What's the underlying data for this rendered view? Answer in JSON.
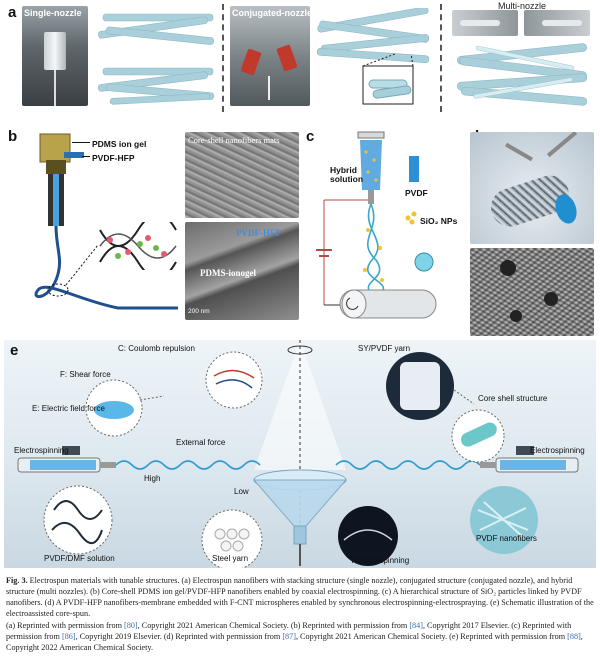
{
  "panel_a": {
    "label": "a",
    "single_label": "Single-nozzle",
    "conjugated_label": "Conjugated-nozzle",
    "multi_label": "Multi-nozzle"
  },
  "panel_b": {
    "label": "b",
    "legend_1": "PDMS ion gel",
    "legend_2": "PVDF-HFP",
    "sem_top_label": "Core-shell nanofibers mats",
    "sem_bottom_label_1": "PVDF-HFP",
    "sem_bottom_label_2": "PDMS-ionogel",
    "scale": "200 nm"
  },
  "panel_c": {
    "label": "c",
    "hybrid": "Hybrid\nsolution",
    "pvdf": "PVDF",
    "sio2": "SiO₂ NPs"
  },
  "panel_d": {
    "label": "d"
  },
  "panel_e": {
    "label": "e",
    "coulomb": "C: Coulomb repulsion",
    "shear": "F: Shear force",
    "efield": "E: Electric field force",
    "yarn": "SY/PVDF yarn",
    "core_shell": "Core shell structure",
    "electrospinning_left": "Electrospinning",
    "electrospinning_right": "Electrospinning",
    "external_force": "External force",
    "high": "High",
    "low": "Low",
    "pvdf_dmf": "PVDF/DMF solution",
    "steel_yarn": "Steel yarn",
    "twisted": "Twisted spinning",
    "pvdf_nanofibers": "PVDF nanofibers"
  },
  "caption": {
    "fig": "Fig. 3.",
    "text": " Electrospun materials with tunable structures. (a) Electrospun nanofibers with stacking structure (single nozzle), conjugated structure (conjugated nozzle), and hybrid structure (multi nozzles). (b) Core-shell PDMS ion gel/PVDF-HFP nanofibers enabled by coaxial electrospinning. (c) A hierarchical structure of SiO₂ particles linked by PVDF nanofibers. (d) A PVDF-HFP nanofibers-membrane embedded with F-CNT microspheres enabled by synchronous electrospinning-electrospraying. (e) Schematic illustration of the electroassisted core-spun."
  },
  "credits": {
    "a1": "(a) Reprinted with permission from ",
    "r80": "[80]",
    "a2": ", Copyright 2021 American Chemical Society. (b) Reprinted with permission from ",
    "r84": "[84]",
    "a3": ", Copyright 2017 Elsevier. (c) Reprinted with permission from ",
    "r86": "[86]",
    "a4": ", Copyright 2019 Elsevier. (d) Reprinted with permission from ",
    "r87": "[87]",
    "a5": ", Copyright 2021 American Chemical Society. (e) Reprinted with permission from ",
    "r88": "[88]",
    "a6": ", Copyright 2022 American Chemical Society."
  }
}
